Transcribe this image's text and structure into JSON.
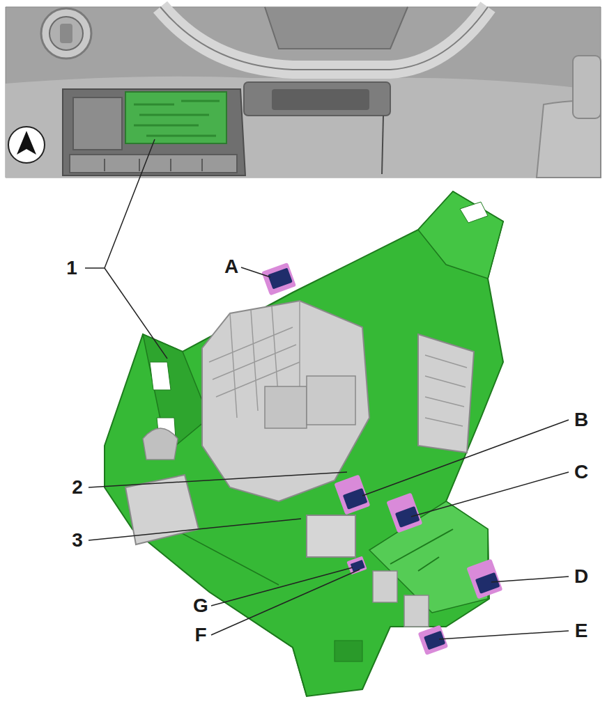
{
  "diagram": {
    "labels": [
      "1",
      "A",
      "B",
      "C",
      "2",
      "3",
      "D",
      "G",
      "F",
      "E"
    ]
  }
}
